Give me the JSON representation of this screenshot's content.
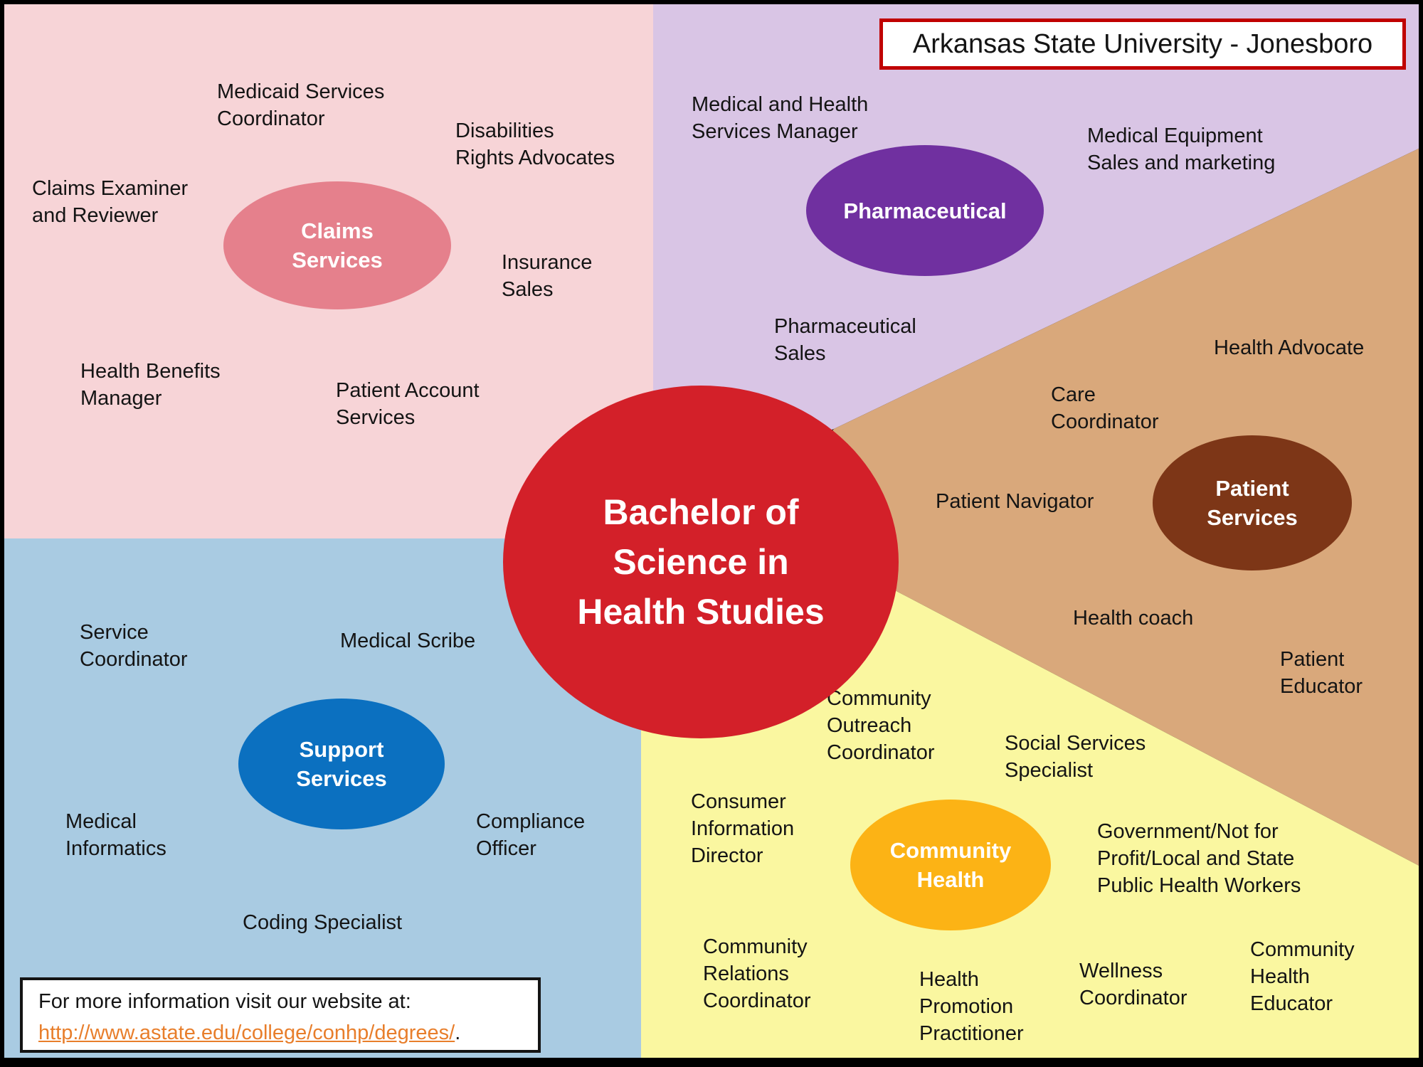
{
  "title": "Arkansas State University - Jonesboro",
  "center_circle": {
    "lines": [
      "Bachelor of",
      "Science in",
      "Health Studies"
    ]
  },
  "footer": {
    "prompt": "For more information visit our website at:",
    "link": "http://www.astate.edu/college/conhp/degrees/",
    "suffix": "."
  },
  "colors": {
    "center_circle": "#D32029",
    "claims_region": "#F7D4D7",
    "claims_ellipse": "#E5808C",
    "pharmaceutical_region": "#D9C5E5",
    "pharmaceutical_ellipse": "#7030A0",
    "patient_region": "#D9A87B",
    "patient_ellipse": "#7D3617",
    "support_region": "#A9CBE2",
    "support_ellipse": "#0B70C0",
    "community_region": "#FAF7A0",
    "community_ellipse": "#FCB315",
    "title_border": "#C00000",
    "link_text": "#E87E2B"
  },
  "regions": {
    "claims_services": {
      "label": [
        "Claims",
        "Services"
      ],
      "jobs": {
        "medicaid": [
          "Medicaid Services",
          "Coordinator"
        ],
        "disabilities": [
          "Disabilities",
          "Rights Advocates"
        ],
        "claims_examiner": [
          "Claims Examiner",
          "and Reviewer"
        ],
        "insurance": [
          "Insurance",
          "Sales"
        ],
        "health_benefits": [
          "Health Benefits",
          "Manager"
        ],
        "patient_account": [
          "Patient Account",
          "Services"
        ]
      }
    },
    "pharmaceutical": {
      "label": [
        "Pharmaceutical"
      ],
      "jobs": {
        "med_health_mgr": [
          "Medical and Health",
          "Services Manager"
        ],
        "med_equipment": [
          "Medical Equipment",
          "Sales and  marketing"
        ],
        "pharma_sales": [
          "Pharmaceutical",
          "Sales"
        ]
      }
    },
    "patient_services": {
      "label": [
        "Patient",
        "Services"
      ],
      "jobs": {
        "health_advocate": [
          "Health Advocate"
        ],
        "care_coordinator": [
          "Care",
          "Coordinator"
        ],
        "patient_navigator": [
          "Patient Navigator"
        ],
        "health_coach": [
          "Health coach"
        ],
        "patient_educator": [
          "Patient",
          "Educator"
        ]
      }
    },
    "support_services": {
      "label": [
        "Support",
        "Services"
      ],
      "jobs": {
        "service_coordinator": [
          "Service",
          "Coordinator"
        ],
        "medical_scribe": [
          "Medical Scribe"
        ],
        "medical_informatics": [
          "Medical",
          "Informatics"
        ],
        "compliance_officer": [
          "Compliance",
          "Officer"
        ],
        "coding_specialist": [
          "Coding Specialist"
        ]
      }
    },
    "community_health": {
      "label": [
        "Community",
        "Health"
      ],
      "jobs": {
        "community_outreach": [
          "Community",
          "Outreach",
          "Coordinator"
        ],
        "social_services": [
          "Social Services",
          "Specialist"
        ],
        "consumer_info": [
          "Consumer",
          "Information",
          "Director"
        ],
        "government": [
          "Government/Not for",
          "Profit/Local and State",
          "Public Health Workers"
        ],
        "community_relations": [
          "Community",
          "Relations",
          "Coordinator"
        ],
        "health_promotion": [
          "Health",
          "Promotion",
          "Practitioner"
        ],
        "wellness": [
          "Wellness",
          "Coordinator"
        ],
        "community_educator": [
          "Community",
          "Health",
          "Educator"
        ]
      }
    }
  }
}
